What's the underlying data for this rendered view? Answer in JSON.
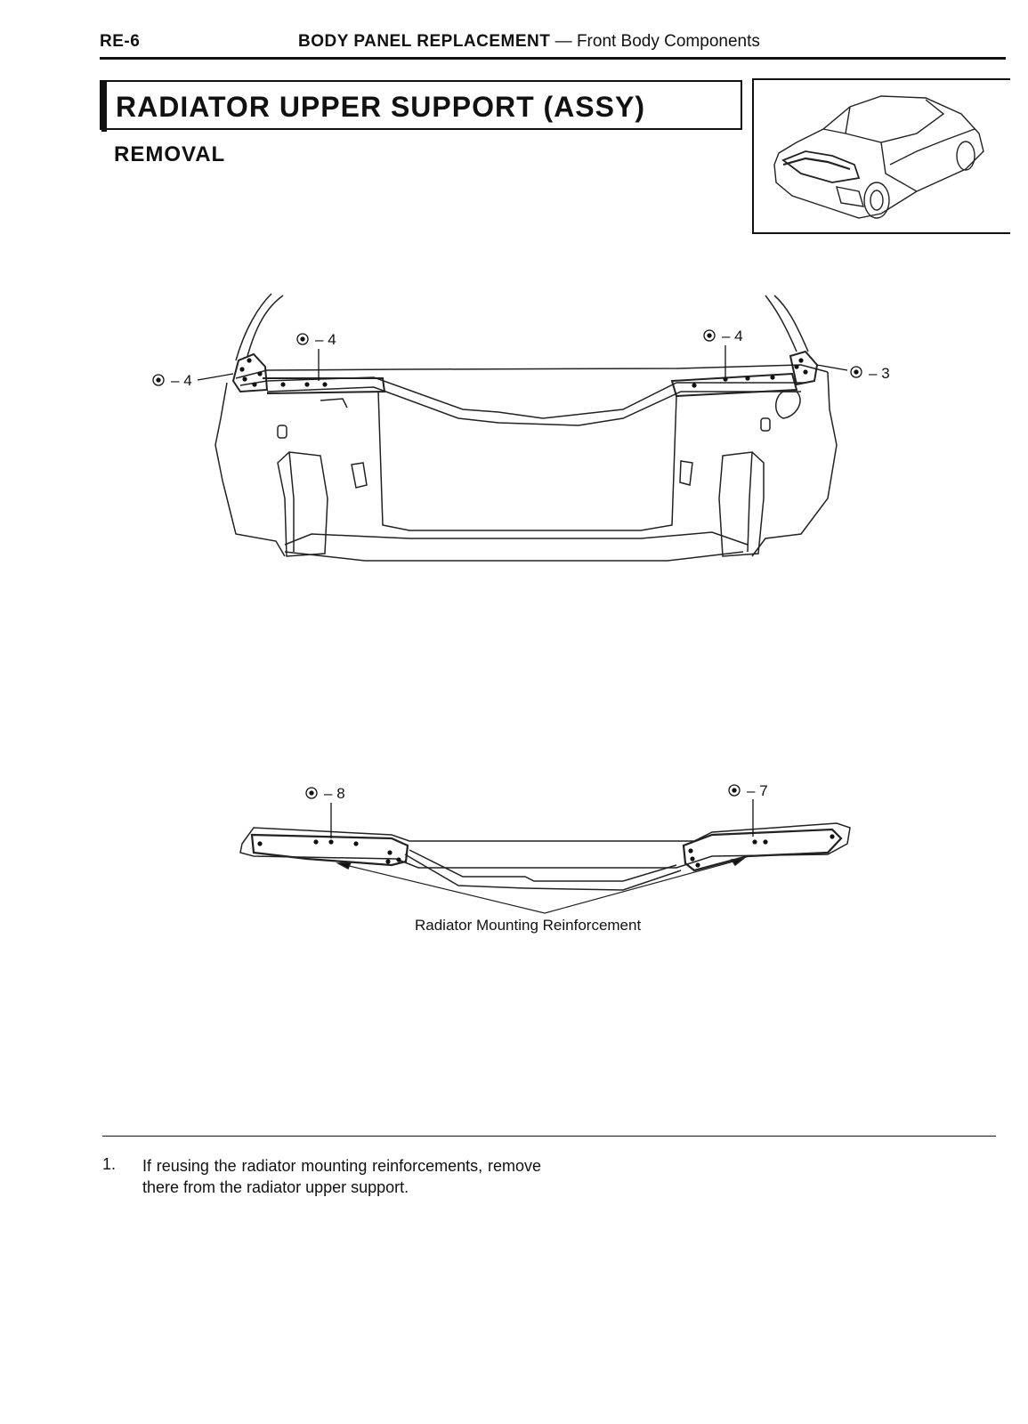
{
  "header": {
    "page_number": "RE-6",
    "section": "BODY PANEL REPLACEMENT",
    "separator": " — ",
    "subsection": "Front Body Components"
  },
  "title": "RADIATOR UPPER SUPPORT (ASSY)",
  "subtitle": "REMOVAL",
  "figure1": {
    "callouts": [
      "4",
      "4",
      "4",
      "3"
    ]
  },
  "figure2": {
    "callouts": [
      "8",
      "7"
    ],
    "caption": "Radiator Mounting Reinforcement"
  },
  "steps": [
    {
      "number": "1.",
      "text": "If reusing the radiator mounting reinforcements, remove there from the radiator upper support."
    }
  ],
  "icons": {
    "weld_point": "spot-weld-symbol",
    "car_location": "car-thumbnail-icon"
  }
}
